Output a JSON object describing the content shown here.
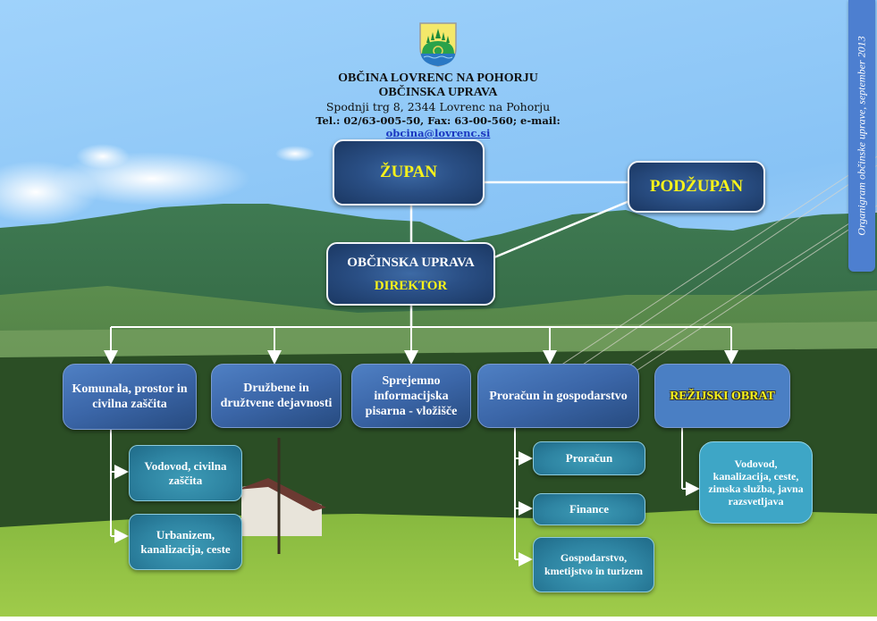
{
  "header": {
    "logo_icon": "coat-of-arms-icon",
    "title": "OBČINA LOVRENC NA POHORJU",
    "subtitle": "OBČINSKA UPRAVA",
    "address": "Spodnji trg 8, 2344 Lovrenc na Pohorju",
    "contact_prefix": "Tel.: 02/63-005-50,  Fax: 63-00-560; e-mail: ",
    "email": "obcina@lovrenc.si"
  },
  "side_banner": {
    "text": "Organigram občinske uprave, september 2013"
  },
  "colors": {
    "dark_box": "#24467a",
    "mid_box": "#3b66a8",
    "teal_box": "#2e84a2",
    "light_teal_box": "#3ea6c6",
    "highlight_text": "#f7f21a",
    "banner": "#4d7fd0",
    "link": "#1a37c0"
  },
  "org": {
    "zupan": "ŽUPAN",
    "podzupan": "PODŽUPAN",
    "uprava": {
      "line1": "OBČINSKA UPRAVA",
      "line2": "DIREKTOR"
    },
    "departments": [
      {
        "label": "Komunala, prostor in civilna zaščita",
        "children": [
          "Vodovod, civilna zaščita",
          "Urbanizem, kanalizacija, ceste"
        ]
      },
      {
        "label": "Družbene in družtvene dejavnosti",
        "children": []
      },
      {
        "label": "Sprejemno informacijska pisarna - vložišče",
        "children": []
      },
      {
        "label": "Proračun in gospodarstvo",
        "children": [
          "Proračun",
          "Finance",
          "Gospodarstvo, kmetijstvo in turizem"
        ]
      },
      {
        "label": "REŽIJSKI OBRAT",
        "children": [
          "Vodovod, kanalizacija, ceste, zimska služba, javna razsvetljava"
        ]
      }
    ]
  }
}
